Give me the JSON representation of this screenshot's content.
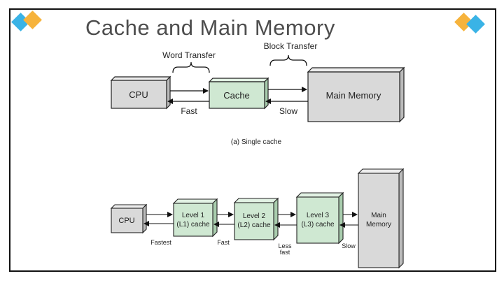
{
  "title": "Cache and Main Memory",
  "colors": {
    "cache_fill": "#cfe8d2",
    "grey_fill": "#d9d9d9",
    "logo_blue": "#3ab3e6",
    "logo_orange": "#f6b33c"
  },
  "single_cache": {
    "word_transfer_label": "Word Transfer",
    "block_transfer_label": "Block Transfer",
    "cpu_label": "CPU",
    "cache_label": "Cache",
    "main_memory_label": "Main Memory",
    "fast_label": "Fast",
    "slow_label": "Slow",
    "caption": "(a) Single cache"
  },
  "multi_cache": {
    "cpu_label": "CPU",
    "level1_line1": "Level 1",
    "level1_line2": "(L1) cache",
    "level2_line1": "Level 2",
    "level2_line2": "(L2) cache",
    "level3_line1": "Level 3",
    "level3_line2": "(L3) cache",
    "main_memory_line1": "Main",
    "main_memory_line2": "Memory",
    "fastest_label": "Fastest",
    "fast_label": "Fast",
    "less_fast_line1": "Less",
    "less_fast_line2": "fast",
    "slow_label": "Slow"
  }
}
